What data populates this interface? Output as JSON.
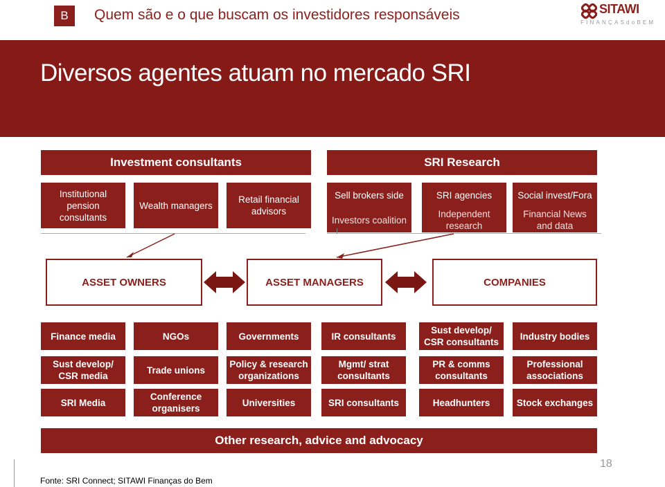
{
  "section_badge": "B",
  "top_heading": "Quem são e o que buscam os investidores responsáveis",
  "logo": {
    "word": "SITAWI",
    "sub": "FINANÇASdoBEM"
  },
  "title": "Diversos agentes atuam no mercado SRI",
  "investment_consultants": {
    "header": "Investment consultants",
    "items": [
      "Institutional pension consultants",
      "Wealth managers",
      "Retail financial advisors"
    ]
  },
  "sri_research": {
    "header": "SRI Research",
    "items": [
      {
        "top": "Sell brokers side",
        "bottom": "Investors coalition"
      },
      {
        "top": "SRI agencies",
        "bottom": "Independent research"
      },
      {
        "top": "Social invest/Fora",
        "bottom": "Financial News and data"
      }
    ]
  },
  "middle_boxes": [
    "ASSET OWNERS",
    "ASSET MANAGERS",
    "COMPANIES"
  ],
  "grid": [
    [
      "Finance media",
      "NGOs",
      "Governments",
      "IR consultants",
      "Sust develop/ CSR consultants",
      "Industry bodies"
    ],
    [
      "Sust develop/ CSR media",
      "Trade unions",
      "Policy & research organizations",
      "Mgmt/ strat consultants",
      "PR & comms consultants",
      "Professional associations"
    ],
    [
      "SRI Media",
      "Conference organisers",
      "Universities",
      "SRI consultants",
      "Headhunters",
      "Stock exchanges"
    ]
  ],
  "bottom_bar": "Other research, advice and advocacy",
  "page_number": "18",
  "source": "Fonte: SRI Connect; SITAWI Finanças do Bem",
  "colors": {
    "brand": "#8b1f1b",
    "band": "#851a16"
  }
}
